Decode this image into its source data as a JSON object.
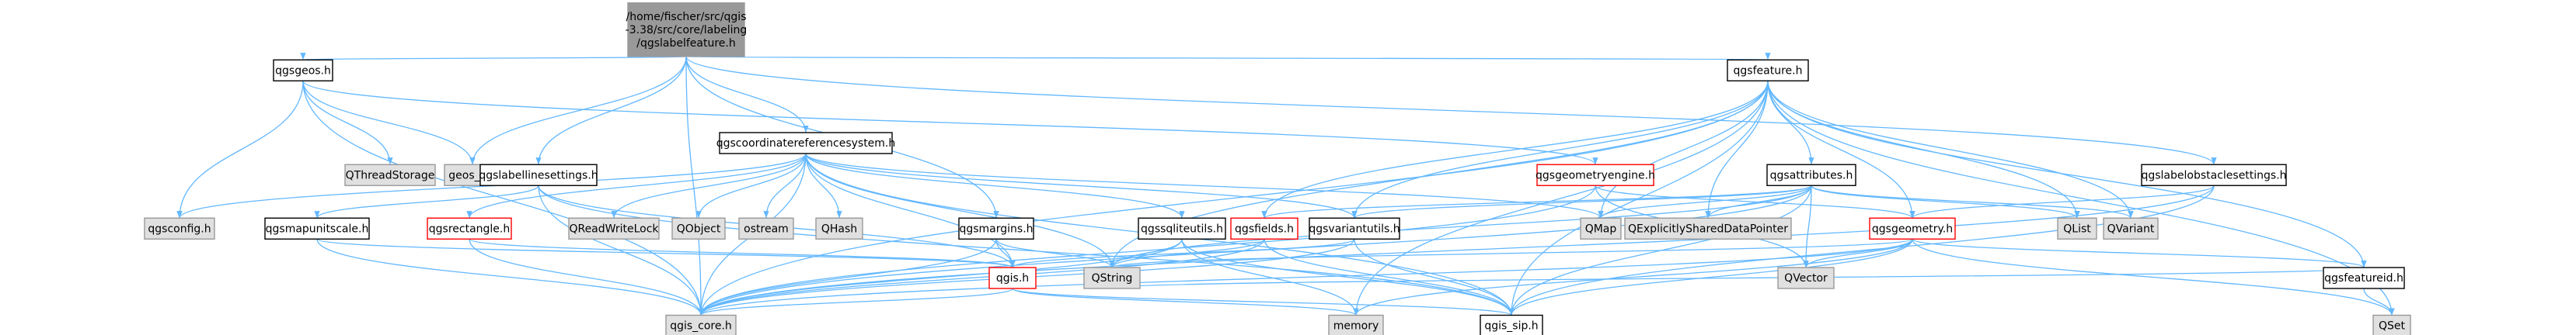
{
  "colors": {
    "edge": "#63b8ff",
    "root_fill": "#999999",
    "normal_stroke": "#000000",
    "missing_stroke": "#ff0000",
    "external_fill": "#e0e0e0",
    "external_stroke": "#999999"
  },
  "nodes": [
    {
      "id": "root",
      "lines": [
        "/home/fischer/src/qgis",
        "-3.38/src/core/labeling",
        "/qgslabelfeature.h"
      ],
      "kind": "root"
    },
    {
      "id": "qgsgeos",
      "lines": [
        "qgsgeos.h"
      ],
      "kind": "normal"
    },
    {
      "id": "qgsfeature",
      "lines": [
        "qgsfeature.h"
      ],
      "kind": "normal"
    },
    {
      "id": "qthreadstorage",
      "lines": [
        "QThreadStorage"
      ],
      "kind": "external"
    },
    {
      "id": "geos_c",
      "lines": [
        "geos_c.h"
      ],
      "kind": "external"
    },
    {
      "id": "qgslabellinesettings",
      "lines": [
        "qgslabellinesettings.h"
      ],
      "kind": "normal"
    },
    {
      "id": "qgscrs",
      "lines": [
        "qgscoordinatereferencesystem.h"
      ],
      "kind": "normal"
    },
    {
      "id": "qgsgeometryengine",
      "lines": [
        "qgsgeometryengine.h"
      ],
      "kind": "missing"
    },
    {
      "id": "qgsattributes",
      "lines": [
        "qgsattributes.h"
      ],
      "kind": "normal"
    },
    {
      "id": "qgslabelobstaclesettings",
      "lines": [
        "qgslabelobstaclesettings.h"
      ],
      "kind": "normal"
    },
    {
      "id": "qgsconfig",
      "lines": [
        "qgsconfig.h"
      ],
      "kind": "external"
    },
    {
      "id": "qgsmapunitscale",
      "lines": [
        "qgsmapunitscale.h"
      ],
      "kind": "normal"
    },
    {
      "id": "qgsrectangle",
      "lines": [
        "qgsrectangle.h"
      ],
      "kind": "missing"
    },
    {
      "id": "qreadwritelock",
      "lines": [
        "QReadWriteLock"
      ],
      "kind": "external"
    },
    {
      "id": "qobject",
      "lines": [
        "QObject"
      ],
      "kind": "external"
    },
    {
      "id": "ostream",
      "lines": [
        "ostream"
      ],
      "kind": "external"
    },
    {
      "id": "qhash",
      "lines": [
        "QHash"
      ],
      "kind": "external"
    },
    {
      "id": "qgsmargins",
      "lines": [
        "qgsmargins.h"
      ],
      "kind": "normal"
    },
    {
      "id": "qgssqliteutils",
      "lines": [
        "qgssqliteutils.h"
      ],
      "kind": "normal"
    },
    {
      "id": "qgsfields",
      "lines": [
        "qgsfields.h"
      ],
      "kind": "missing"
    },
    {
      "id": "qgsvariantutils",
      "lines": [
        "qgsvariantutils.h"
      ],
      "kind": "normal"
    },
    {
      "id": "qmap",
      "lines": [
        "QMap"
      ],
      "kind": "external"
    },
    {
      "id": "qexplicitly",
      "lines": [
        "QExplicitlySharedDataPointer"
      ],
      "kind": "external"
    },
    {
      "id": "qgsgeometry",
      "lines": [
        "qgsgeometry.h"
      ],
      "kind": "missing"
    },
    {
      "id": "qlist",
      "lines": [
        "QList"
      ],
      "kind": "external"
    },
    {
      "id": "qvariant",
      "lines": [
        "QVariant"
      ],
      "kind": "external"
    },
    {
      "id": "qgis",
      "lines": [
        "qgis.h"
      ],
      "kind": "missing"
    },
    {
      "id": "qstring",
      "lines": [
        "QString"
      ],
      "kind": "external"
    },
    {
      "id": "qvector",
      "lines": [
        "QVector"
      ],
      "kind": "external"
    },
    {
      "id": "qgsfeatureid",
      "lines": [
        "qgsfeatureid.h"
      ],
      "kind": "normal"
    },
    {
      "id": "qset",
      "lines": [
        "QSet"
      ],
      "kind": "external"
    },
    {
      "id": "qgis_core",
      "lines": [
        "qgis_core.h"
      ],
      "kind": "external"
    },
    {
      "id": "memory",
      "lines": [
        "memory"
      ],
      "kind": "external"
    },
    {
      "id": "qgis_sip",
      "lines": [
        "qgis_sip.h"
      ],
      "kind": "normal"
    }
  ],
  "edges": [
    [
      "root",
      "qgsgeos"
    ],
    [
      "root",
      "qgsfeature"
    ],
    [
      "root",
      "geos_c"
    ],
    [
      "root",
      "qgslabellinesettings"
    ],
    [
      "root",
      "qgscrs"
    ],
    [
      "root",
      "qgsmargins"
    ],
    [
      "root",
      "qgslabelobstaclesettings"
    ],
    [
      "root",
      "qgis_core"
    ],
    [
      "qgsgeos",
      "qthreadstorage"
    ],
    [
      "qgsgeos",
      "geos_c"
    ],
    [
      "qgsgeos",
      "qgsconfig"
    ],
    [
      "qgsgeos",
      "qgsgeometryengine"
    ],
    [
      "qgsgeos",
      "qgis_core"
    ],
    [
      "qgsfeature",
      "qgsattributes"
    ],
    [
      "qgsfeature",
      "qgsfields"
    ],
    [
      "qgsfeature",
      "qgsvariantutils"
    ],
    [
      "qgsfeature",
      "qgsgeometry"
    ],
    [
      "qgsfeature",
      "qgsfeatureid"
    ],
    [
      "qgsfeature",
      "qmap"
    ],
    [
      "qgsfeature",
      "qexplicitly"
    ],
    [
      "qgsfeature",
      "qlist"
    ],
    [
      "qgsfeature",
      "qvariant"
    ],
    [
      "qgsfeature",
      "qset"
    ],
    [
      "qgsfeature",
      "memory"
    ],
    [
      "qgsfeature",
      "qstring"
    ],
    [
      "qgsfeature",
      "qgis_core"
    ],
    [
      "qgsfeature",
      "qgis_sip"
    ],
    [
      "qgslabellinesettings",
      "qgsmapunitscale"
    ],
    [
      "qgslabellinesettings",
      "qgis"
    ],
    [
      "qgslabellinesettings",
      "qgis_core"
    ],
    [
      "qgslabellinesettings",
      "qgis_sip"
    ],
    [
      "qgscrs",
      "qgsconfig"
    ],
    [
      "qgscrs",
      "qgsrectangle"
    ],
    [
      "qgscrs",
      "qreadwritelock"
    ],
    [
      "qgscrs",
      "qobject"
    ],
    [
      "qgscrs",
      "ostream"
    ],
    [
      "qgscrs",
      "qhash"
    ],
    [
      "qgscrs",
      "qgssqliteutils"
    ],
    [
      "qgscrs",
      "qgis"
    ],
    [
      "qgscrs",
      "qgis_core"
    ],
    [
      "qgscrs",
      "qgis_sip"
    ],
    [
      "qgscrs",
      "qmap"
    ],
    [
      "qgscrs",
      "qstring"
    ],
    [
      "qgscrs",
      "qgsvariantutils"
    ],
    [
      "qgsgeometryengine",
      "qgsgeometry"
    ],
    [
      "qgsgeometryengine",
      "qvector"
    ],
    [
      "qgsgeometryengine",
      "qgis_core"
    ],
    [
      "qgsattributes",
      "qgsfields"
    ],
    [
      "qgsattributes",
      "qgsvariantutils"
    ],
    [
      "qgsattributes",
      "qmap"
    ],
    [
      "qgsattributes",
      "qexplicitly"
    ],
    [
      "qgsattributes",
      "qlist"
    ],
    [
      "qgsattributes",
      "qvariant"
    ],
    [
      "qgsattributes",
      "qvector"
    ],
    [
      "qgsattributes",
      "qgis_core"
    ],
    [
      "qgsattributes",
      "qgis_sip"
    ],
    [
      "qgsattributes",
      "qstring"
    ],
    [
      "qgslabelobstaclesettings",
      "qgsgeometry"
    ],
    [
      "qgslabelobstaclesettings",
      "qgis_core"
    ],
    [
      "qgslabelobstaclesettings",
      "qgis_sip"
    ],
    [
      "qgsmapunitscale",
      "qgis"
    ],
    [
      "qgsmapunitscale",
      "qgis_core"
    ],
    [
      "qgsrectangle",
      "qgis"
    ],
    [
      "qgsrectangle",
      "qgis_core"
    ],
    [
      "qgsmargins",
      "qgis"
    ],
    [
      "qgsmargins",
      "qgis_core"
    ],
    [
      "qgsmargins",
      "qstring"
    ],
    [
      "qgssqliteutils",
      "qgis_core"
    ],
    [
      "qgssqliteutils",
      "qgis_sip"
    ],
    [
      "qgssqliteutils",
      "memory"
    ],
    [
      "qgssqliteutils",
      "qstring"
    ],
    [
      "qgsfields",
      "qgis_core"
    ],
    [
      "qgsfields",
      "qgis_sip"
    ],
    [
      "qgsfields",
      "qstring"
    ],
    [
      "qgsvariantutils",
      "qgis_core"
    ],
    [
      "qgsvariantutils",
      "qgis"
    ],
    [
      "qgsvariantutils",
      "qgis_sip"
    ],
    [
      "qgsgeometry",
      "qgis_core"
    ],
    [
      "qgsgeometry",
      "qgis_sip"
    ],
    [
      "qgsgeometry",
      "memory"
    ],
    [
      "qgsgeometry",
      "qvector"
    ],
    [
      "qgsgeometry",
      "qset"
    ],
    [
      "qgsgeometry",
      "qgsfeatureid"
    ],
    [
      "qgsgeometry",
      "qstring"
    ],
    [
      "qgis",
      "qgis_core"
    ],
    [
      "qgis",
      "qgis_sip"
    ],
    [
      "qgis",
      "memory"
    ],
    [
      "qgsfeatureid",
      "qset"
    ],
    [
      "qgsfeatureid",
      "qstring"
    ]
  ]
}
